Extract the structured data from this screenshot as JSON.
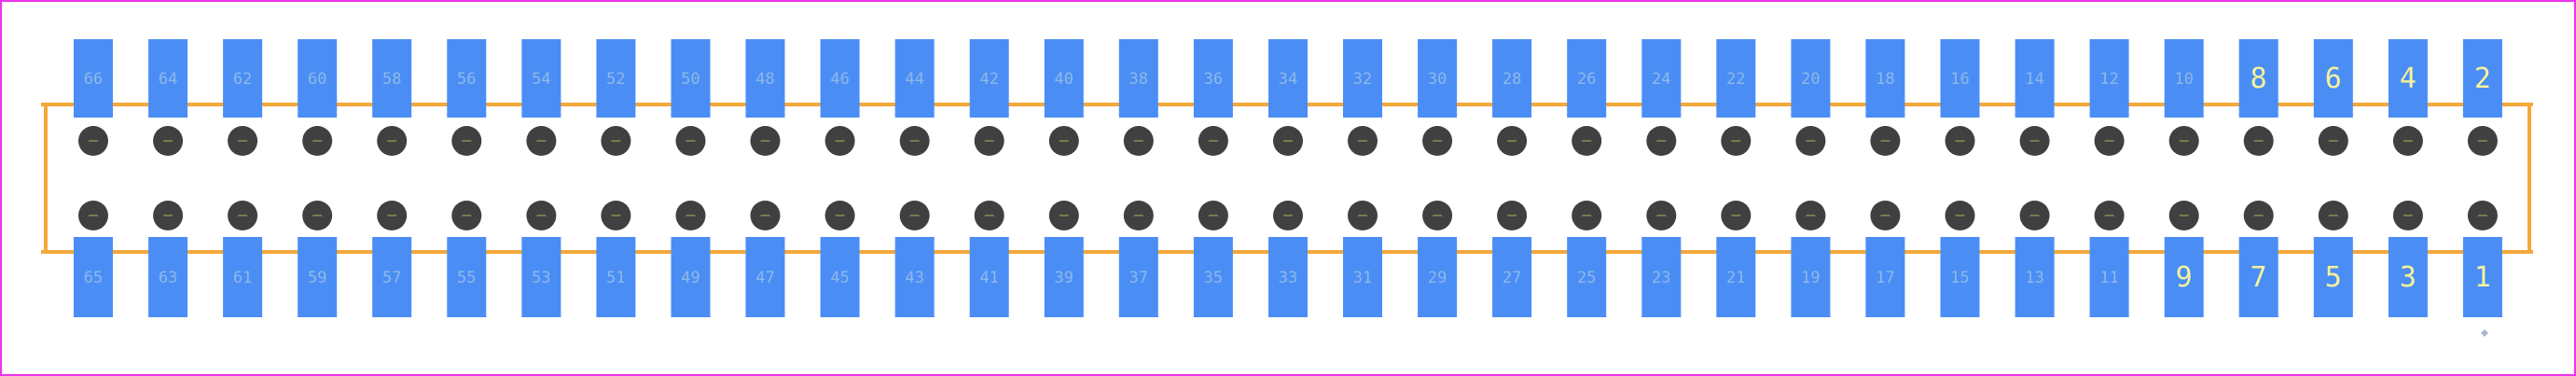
{
  "title": "",
  "colors": {
    "background": "#ffffff",
    "border": "#ee33ee",
    "pad": "#4a8ef5",
    "outline": "#f4a83a",
    "hole": "#404040",
    "pad_label_small": "#8fb8e8",
    "pad_label_large": "#f7f29a",
    "hole_label": "#7a7a4a",
    "origin_marker": "#a8b8d0"
  },
  "top_row": {
    "labels": [
      "66",
      "64",
      "62",
      "60",
      "58",
      "56",
      "54",
      "52",
      "50",
      "48",
      "46",
      "44",
      "42",
      "40",
      "38",
      "36",
      "34",
      "32",
      "30",
      "28",
      "26",
      "24",
      "22",
      "20",
      "18",
      "16",
      "14",
      "12",
      "10",
      "8",
      "6",
      "4",
      "2"
    ]
  },
  "bottom_row": {
    "labels": [
      "65",
      "63",
      "61",
      "59",
      "57",
      "55",
      "53",
      "51",
      "49",
      "47",
      "45",
      "43",
      "41",
      "39",
      "37",
      "35",
      "33",
      "31",
      "29",
      "27",
      "25",
      "23",
      "21",
      "19",
      "17",
      "15",
      "13",
      "11",
      "9",
      "7",
      "5",
      "3",
      "1"
    ]
  },
  "hole_rows": {
    "upper_count": 33,
    "lower_count": 33
  }
}
